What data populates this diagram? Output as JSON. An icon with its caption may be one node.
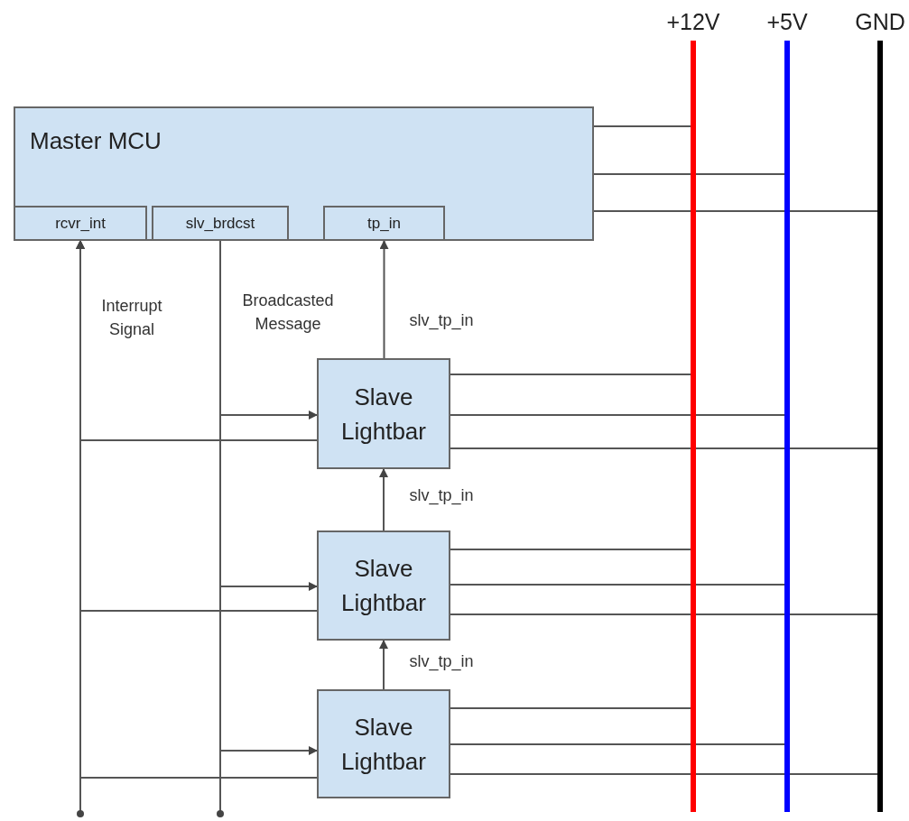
{
  "diagram": {
    "nodes": [
      {
        "text": [
          "Master MCU"
        ]
      },
      {
        "text": [
          "rcvr_int"
        ],
        "in": 0
      },
      {
        "text": [
          "slv_brdcst"
        ],
        "in": 0
      },
      {
        "text": [
          "tp_in"
        ],
        "in": 0
      },
      {
        "text": [
          "Slave Lightbar"
        ]
      },
      {
        "text": [
          "Slave Lightbar"
        ]
      },
      {
        "text": [
          "Slave Lightbar"
        ]
      },
      {
        "text": [
          "+12V"
        ]
      },
      {
        "text": [
          "+5V"
        ]
      },
      {
        "text": [
          "GND"
        ]
      }
    ],
    "edges": [
      {
        "from": 4,
        "to": 1,
        "arrow": "to",
        "label": "Interrupt Signal"
      },
      {
        "from": 5,
        "to": 1,
        "arrow": "to"
      },
      {
        "from": 6,
        "to": 1,
        "arrow": "to"
      },
      {
        "from": 2,
        "to": 4,
        "arrow": "to",
        "label": "Broadcasted Message"
      },
      {
        "from": 2,
        "to": 5,
        "arrow": "to"
      },
      {
        "from": 2,
        "to": 6,
        "arrow": "to"
      },
      {
        "from": 4,
        "to": 3,
        "arrow": "to",
        "label": "slv_tp_in"
      },
      {
        "from": 5,
        "to": 4,
        "arrow": "to",
        "label": "slv_tp_in"
      },
      {
        "from": 6,
        "to": 5,
        "arrow": "to",
        "label": "slv_tp_in"
      },
      {
        "from": 0,
        "to": 7,
        "arrow": "none"
      },
      {
        "from": 0,
        "to": 8,
        "arrow": "none"
      },
      {
        "from": 0,
        "to": 9,
        "arrow": "none"
      },
      {
        "from": 4,
        "to": 7,
        "arrow": "none"
      },
      {
        "from": 4,
        "to": 8,
        "arrow": "none"
      },
      {
        "from": 4,
        "to": 9,
        "arrow": "none"
      },
      {
        "from": 5,
        "to": 7,
        "arrow": "none"
      },
      {
        "from": 5,
        "to": 8,
        "arrow": "none"
      },
      {
        "from": 5,
        "to": 9,
        "arrow": "none"
      },
      {
        "from": 6,
        "to": 7,
        "arrow": "none"
      },
      {
        "from": 6,
        "to": 8,
        "arrow": "none"
      },
      {
        "from": 6,
        "to": 9,
        "arrow": "none"
      }
    ]
  }
}
